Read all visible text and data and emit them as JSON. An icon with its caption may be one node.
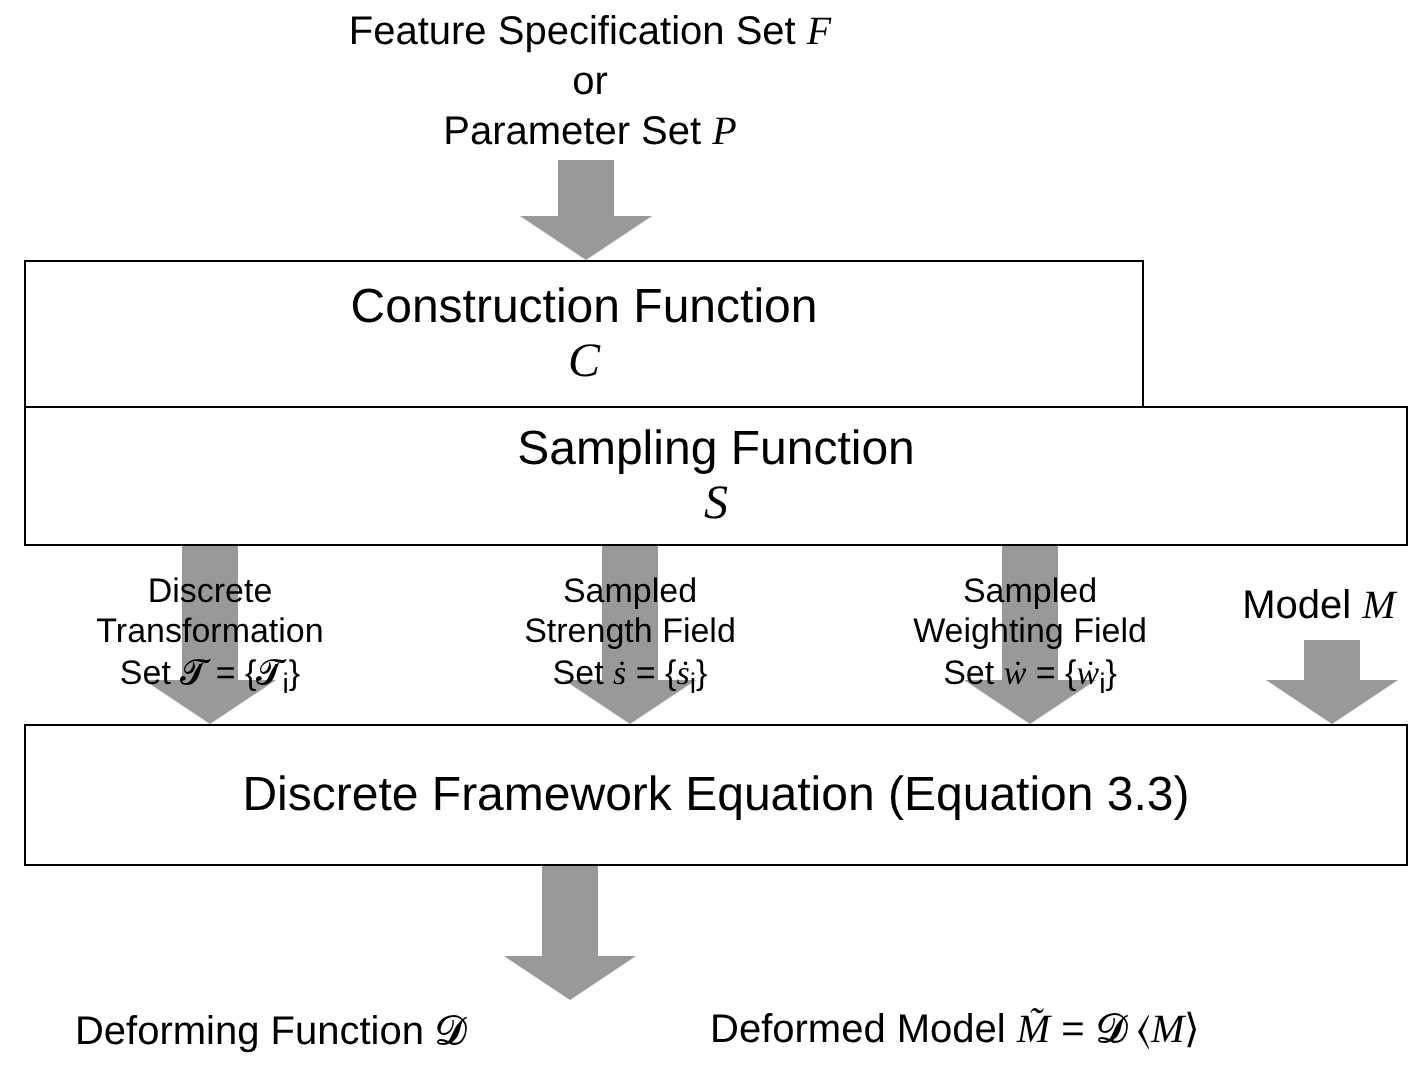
{
  "diagram": {
    "nodes": [
      {
        "text": [
          "Feature Specification Set *F*",
          "or",
          "Parameter Set *P*"
        ]
      },
      {
        "text": [
          "Construction Function *C*"
        ]
      },
      {
        "text": [
          "Sampling Function *S*"
        ]
      },
      {
        "text": [
          "Model *M*"
        ]
      },
      {
        "text": [
          "Discrete Framework Equation (Equation 3.3)"
        ]
      },
      {
        "text": [
          "Deforming Function 𝓓"
        ]
      }
    ],
    "edges": [
      {
        "from": 0,
        "to": 1,
        "arrow": "to",
        "style": "thick"
      },
      {
        "from": 2,
        "to": 4,
        "arrow": "to",
        "style": "thick",
        "label": "Discrete Transformation Set 𝓣̇ = {𝓣̇$_{i}$}"
      },
      {
        "from": 2,
        "to": 4,
        "arrow": "to",
        "style": "thick",
        "label": "Sampled Strength Field Set *ṡ* = {*ṡ*$_{i}$}"
      },
      {
        "from": 2,
        "to": 4,
        "arrow": "to",
        "style": "thick",
        "label": "Sampled Weighting Field Set *ẇ* = {*ẇ*$_{i}$}"
      },
      {
        "from": 3,
        "to": 4,
        "arrow": "to",
        "style": "thick"
      },
      {
        "from": 4,
        "to": 5,
        "arrow": "to",
        "style": "thick"
      }
    ],
    "labels": [
      "Deformed Model *M̃* = 𝓓 ⟨*M*⟩"
    ]
  }
}
